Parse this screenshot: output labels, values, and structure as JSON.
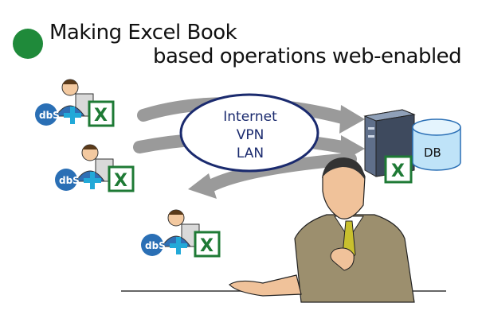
{
  "title": {
    "line1": "Making Excel Book",
    "line2": "based operations web-enabled"
  },
  "network": {
    "labels": [
      "Internet",
      "VPN",
      "LAN"
    ]
  },
  "server": {
    "db_label": "DB"
  },
  "clients": [
    {
      "logo_text": "dbS",
      "plus": "+",
      "excel_icon": "X"
    },
    {
      "logo_text": "dbS",
      "plus": "+",
      "excel_icon": "X"
    },
    {
      "logo_text": "dbS",
      "plus": "+",
      "excel_icon": "X"
    }
  ],
  "server_excel_icon": "X",
  "colors": {
    "bullet": "#1f8a3a",
    "arrow": "#9a9a9a",
    "ellipse_border": "#1a2a6e",
    "excel_green": "#1e7a35",
    "dbs_blue": "#2a6fb5",
    "plus_cyan": "#22a9d8"
  }
}
